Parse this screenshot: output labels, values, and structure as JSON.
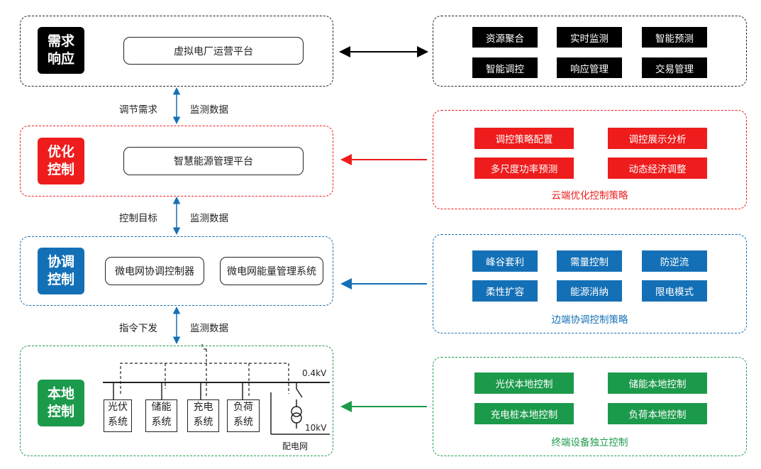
{
  "colors": {
    "black": "#000000",
    "red": "#ee1c1c",
    "blue": "#1470b6",
    "green": "#1c9a4b"
  },
  "layers": {
    "demand": {
      "tag": "需求\n响应",
      "platform": "虚拟电厂运营平台"
    },
    "optimize": {
      "tag": "优化\n控制",
      "platform": "智慧能源管理平台"
    },
    "coordinate": {
      "tag": "协调\n控制",
      "platform_1": "微电网协调控制器",
      "platform_2": "微电网能量管理系统"
    },
    "local": {
      "tag": "本地\n控制"
    }
  },
  "links": {
    "l1": {
      "left": "调节需求",
      "right": "监测数据"
    },
    "l2": {
      "left": "控制目标",
      "right": "监测数据"
    },
    "l3": {
      "left": "指令下发",
      "right": "监测数据"
    }
  },
  "panels": {
    "demand": {
      "items": [
        "资源聚合",
        "实时监测",
        "智能预测",
        "智能调控",
        "响应管理",
        "交易管理"
      ]
    },
    "cloud": {
      "items": [
        "调控策略配置",
        "调控展示分析",
        "多尺度功率预测",
        "动态经济调整"
      ],
      "caption": "云端优化控制策略"
    },
    "edge": {
      "items": [
        "峰谷套利",
        "需量控制",
        "防逆流",
        "柔性扩容",
        "能源消纳",
        "限电模式"
      ],
      "caption": "边端协调控制策略"
    },
    "terminal": {
      "items": [
        "光伏本地控制",
        "储能本地控制",
        "充电桩本地控制",
        "负荷本地控制"
      ],
      "caption": "终端设备独立控制"
    }
  },
  "local_circuit": {
    "systems": [
      "光伏\n系统",
      "储能\n系统",
      "充电\n系统",
      "负荷\n系统"
    ],
    "bus_voltage": "0.4kV",
    "grid_voltage": "10kV",
    "grid_label": "配电网"
  }
}
